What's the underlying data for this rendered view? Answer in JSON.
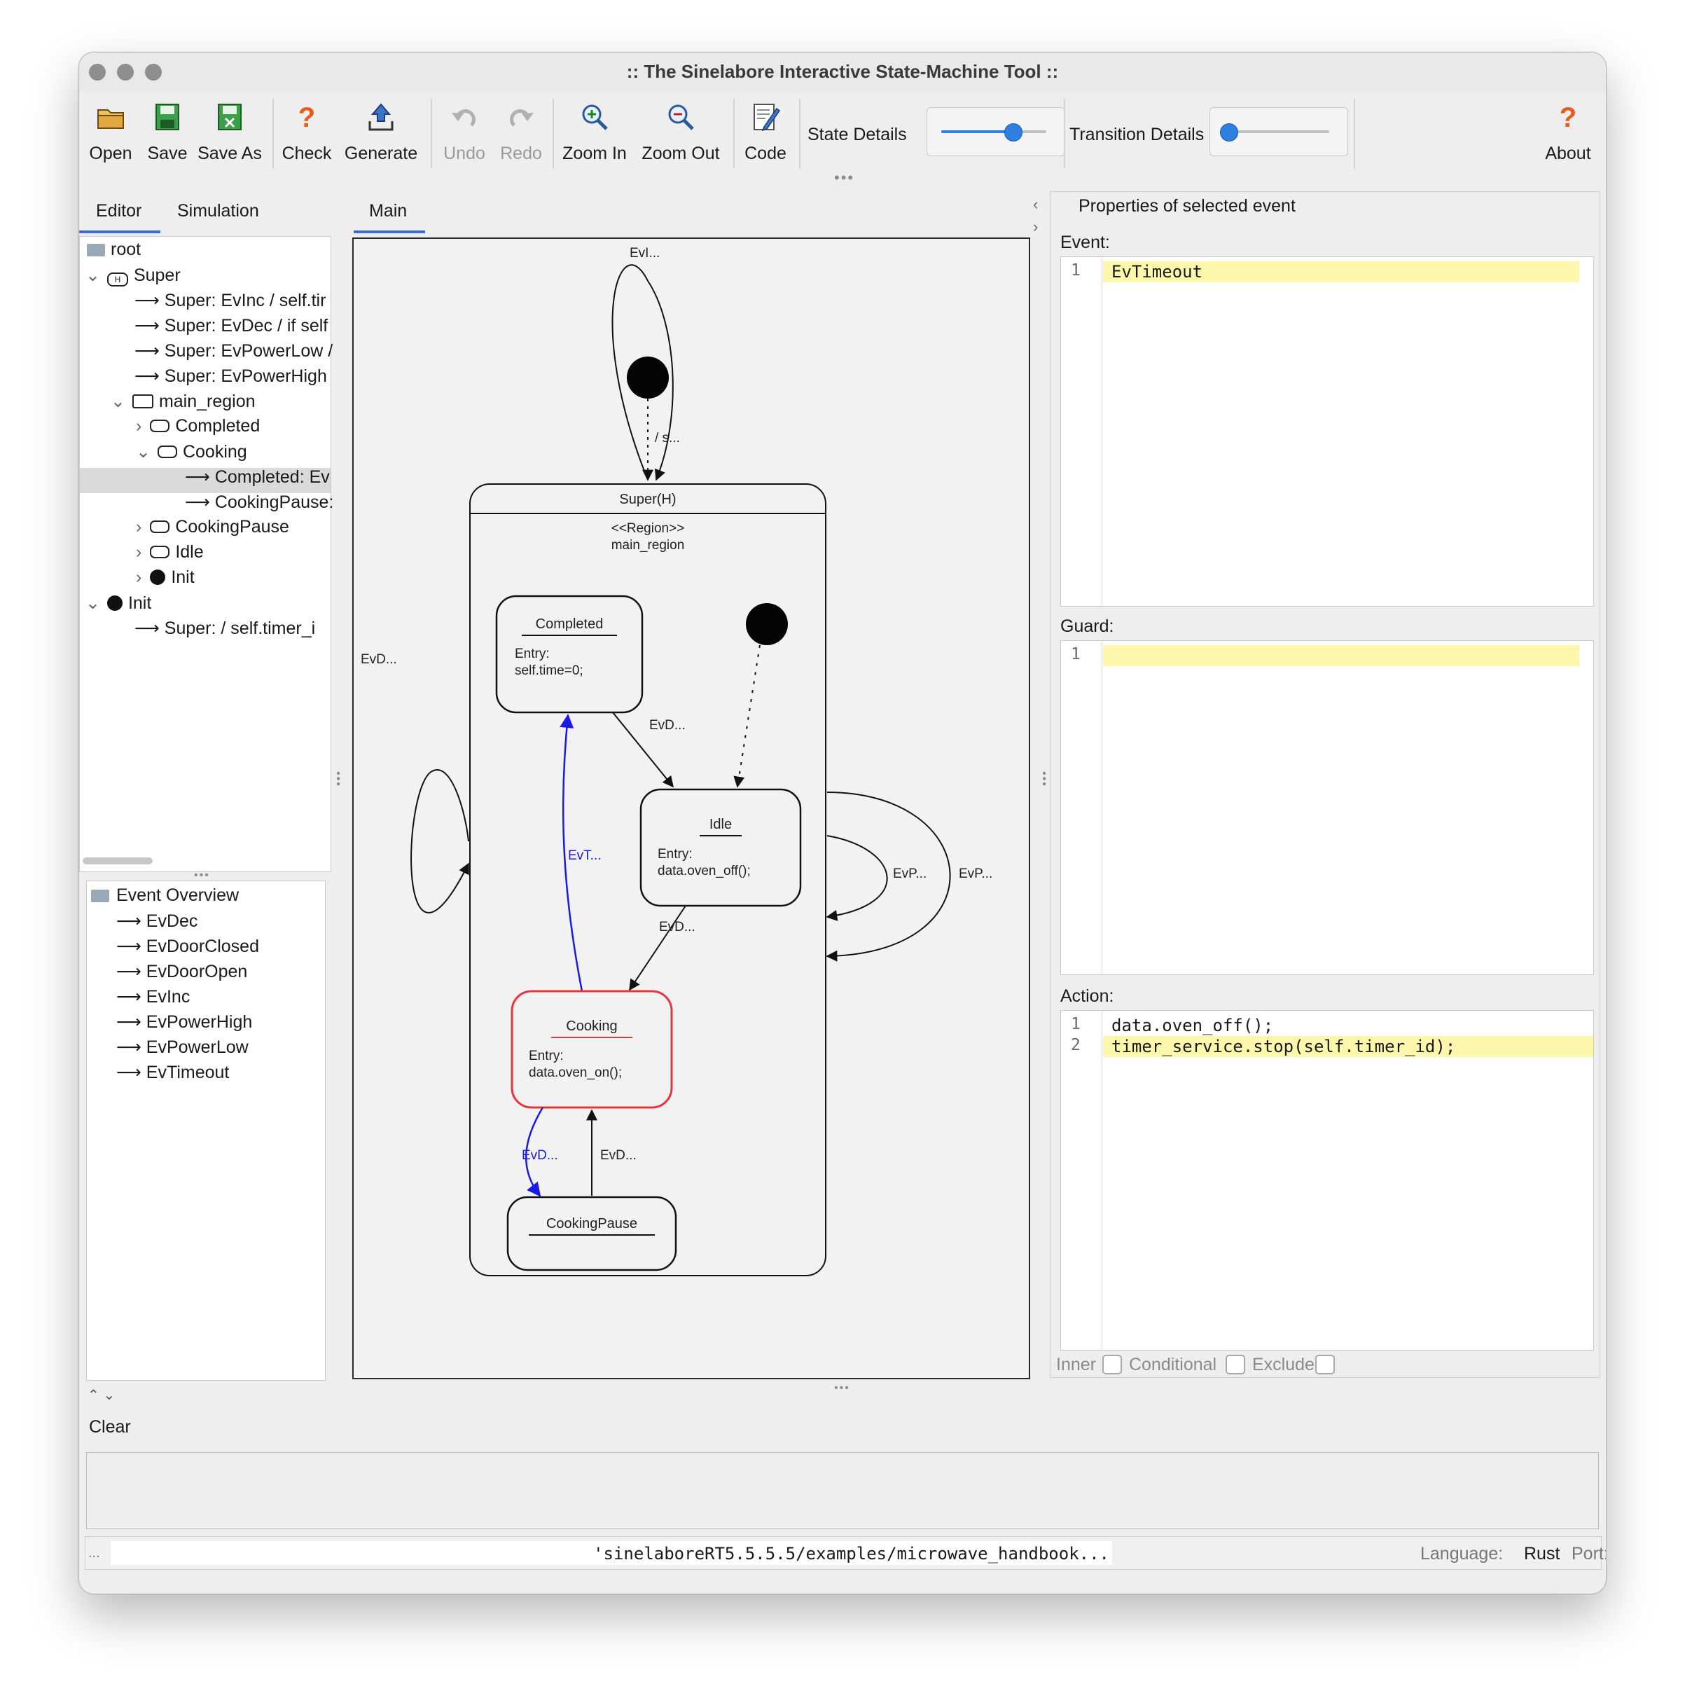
{
  "window": {
    "title": ":: The Sinelabore Interactive State-Machine Tool ::"
  },
  "toolbar": {
    "open": "Open",
    "save": "Save",
    "save_as": "Save As",
    "check": "Check",
    "generate": "Generate",
    "undo": "Undo",
    "redo": "Redo",
    "zoom_in": "Zoom In",
    "zoom_out": "Zoom Out",
    "code": "Code",
    "about": "About",
    "state_details": "State Details",
    "transition_details": "Transition Details",
    "state_details_level": 0.68,
    "transition_details_level": 0.0
  },
  "left_tabs": {
    "editor": "Editor",
    "simulation": "Simulation"
  },
  "tree": [
    {
      "label": "root"
    },
    {
      "label": "Super"
    },
    {
      "label": "Super: EvInc / self.tir"
    },
    {
      "label": "Super: EvDec / if self"
    },
    {
      "label": "Super: EvPowerLow /"
    },
    {
      "label": "Super: EvPowerHigh"
    },
    {
      "label": "main_region"
    },
    {
      "label": "Completed"
    },
    {
      "label": "Cooking"
    },
    {
      "label": "Completed: Ev"
    },
    {
      "label": "CookingPause:"
    },
    {
      "label": "CookingPause"
    },
    {
      "label": "Idle"
    },
    {
      "label": "Init"
    },
    {
      "label": "Init"
    },
    {
      "label": "Super:  / self.timer_i"
    }
  ],
  "event_overview": {
    "title": "Event Overview",
    "events": [
      "EvDec",
      "EvDoorClosed",
      "EvDoorOpen",
      "EvInc",
      "EvPowerHigh",
      "EvPowerLow",
      "EvTimeout"
    ]
  },
  "main_tab": "Main",
  "diagram": {
    "super_title": "Super(H)",
    "region_stereotype": "<<Region>>",
    "region_name": "main_region",
    "completed": {
      "name": "Completed",
      "entry_label": "Entry:",
      "entry_action": "self.time=0;"
    },
    "idle": {
      "name": "Idle",
      "entry_label": "Entry:",
      "entry_action": "data.oven_off();"
    },
    "cooking": {
      "name": "Cooking",
      "entry_label": "Entry:",
      "entry_action": "data.oven_on();"
    },
    "cookingpause": {
      "name": "CookingPause"
    },
    "labels": {
      "top_loop": "EvI...",
      "init_trans": "/ s...",
      "left_loop": "EvD...",
      "completed_idle": "EvD...",
      "cooking_completed": "EvT...",
      "idle_cooking": "EvD...",
      "self_inner": "EvP...",
      "self_outer": "EvP...",
      "cooking_pause": "EvD...",
      "pause_cooking": "EvD..."
    }
  },
  "properties": {
    "header": "Properties of selected event",
    "event_label": "Event:",
    "event_lines": [
      "EvTimeout"
    ],
    "guard_label": "Guard:",
    "guard_lines": [
      ""
    ],
    "action_label": "Action:",
    "action_lines": [
      "data.oven_off();",
      "timer_service.stop(self.timer_id);"
    ],
    "inner": "Inner",
    "conditional": "Conditional",
    "exclude": "Exclude"
  },
  "bottom": {
    "clear": "Clear",
    "status_dots": "...",
    "path": "'sinelaboreRT5.5.5.5/examples/microwave_handbook...",
    "language_label": "Language:",
    "language_value": "Rust",
    "port_label": "Port:"
  },
  "colors": {
    "active_state": "#e8343a",
    "active_transition": "#1a1ae6",
    "code_highlight": "#fdf7ab"
  }
}
